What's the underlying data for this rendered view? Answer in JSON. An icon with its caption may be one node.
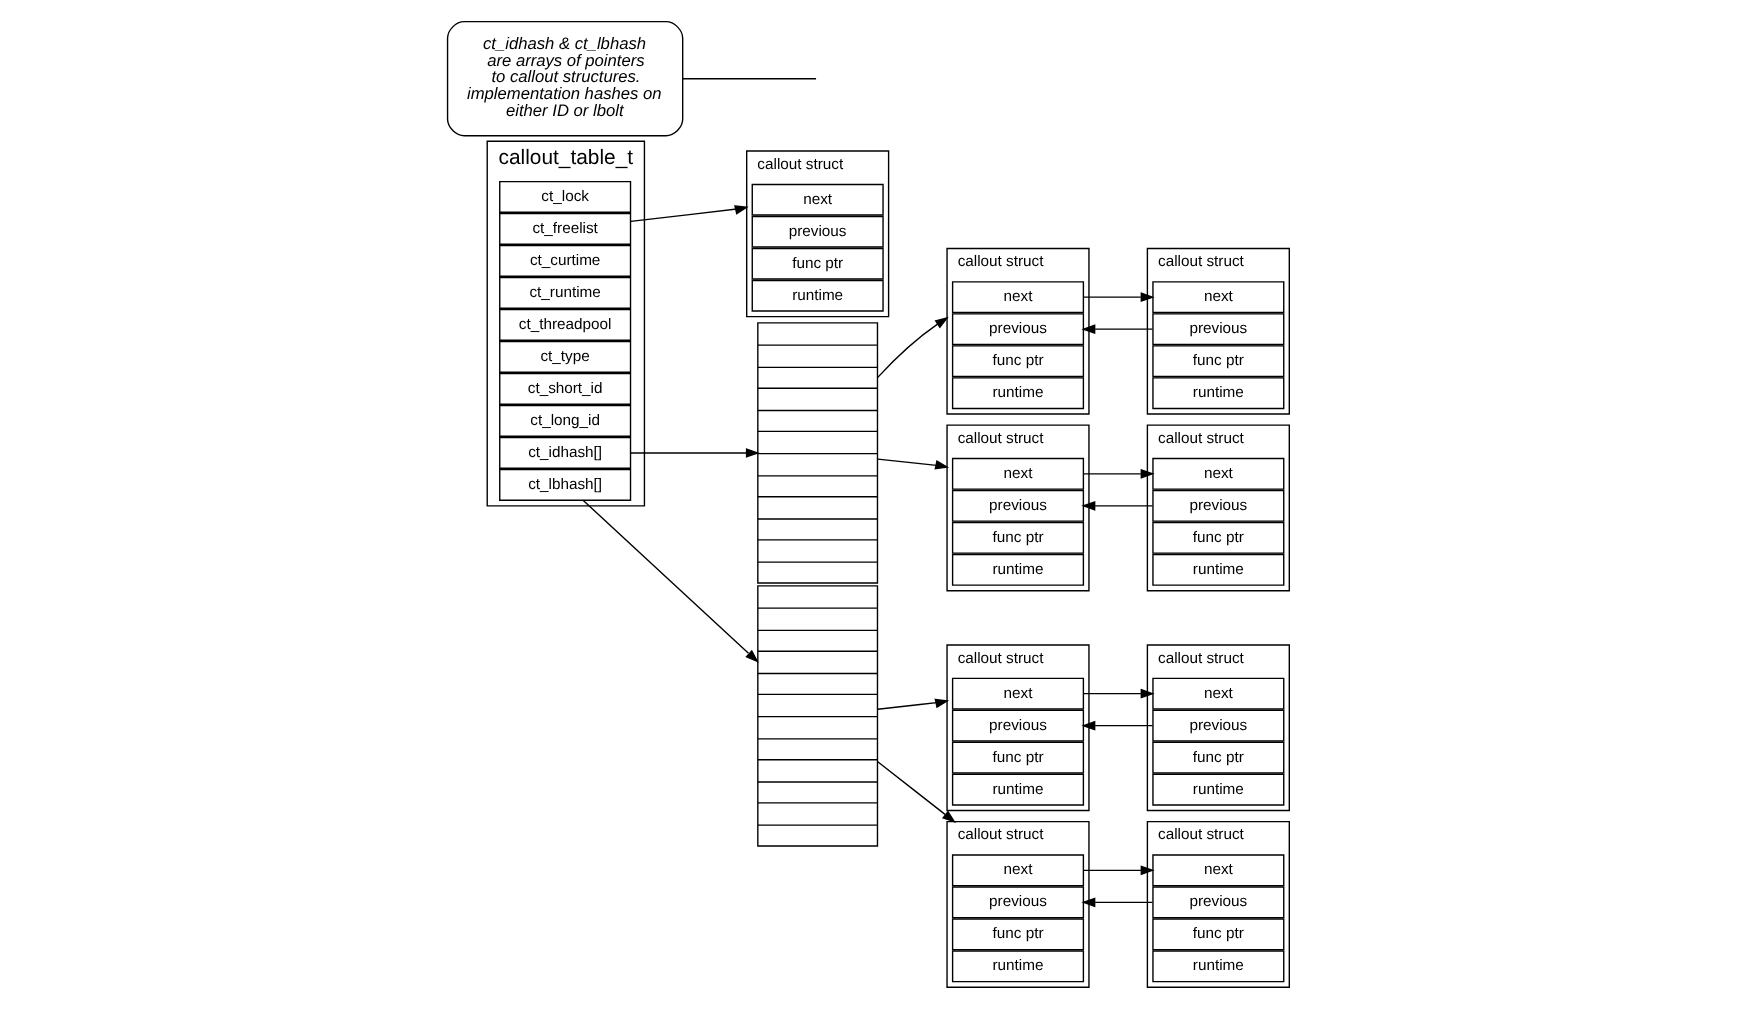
{
  "diagram": {
    "nodes": [
      {
        "text": [
          "callout_table_t"
        ]
      },
      {
        "text": [
          "ct_lock"
        ],
        "in": 0
      },
      {
        "text": [
          "ct_freelist"
        ],
        "in": 0
      },
      {
        "text": [
          "ct_curtime"
        ],
        "in": 0
      },
      {
        "text": [
          "ct_runtime"
        ],
        "in": 0
      },
      {
        "text": [
          "ct_threadpool"
        ],
        "in": 0
      },
      {
        "text": [
          "ct_type"
        ],
        "in": 0
      },
      {
        "text": [
          "ct_short_id"
        ],
        "in": 0
      },
      {
        "text": [
          "ct_long_id"
        ],
        "in": 0
      },
      {
        "text": [
          "ct_idhash[]"
        ],
        "in": 0
      },
      {
        "text": [
          "ct_lbhash[]"
        ],
        "in": 0
      },
      {
        "text": [
          "callout struct"
        ]
      },
      {
        "text": [
          "next"
        ],
        "in": 11
      },
      {
        "text": [
          "previous"
        ],
        "in": 11
      },
      {
        "text": [
          "func ptr"
        ],
        "in": 11
      },
      {
        "text": [
          "runtime"
        ],
        "in": 11
      },
      {
        "text": [],
        "shape": "box"
      },
      {
        "text": [
          "callout struct"
        ]
      },
      {
        "text": [
          "next"
        ],
        "in": 17
      },
      {
        "text": [
          "previous"
        ],
        "in": 17
      },
      {
        "text": [
          "func ptr"
        ],
        "in": 17
      },
      {
        "text": [
          "runtime"
        ],
        "in": 17
      },
      {
        "text": [
          "callout struct"
        ]
      },
      {
        "text": [
          "next"
        ],
        "in": 22
      },
      {
        "text": [
          "previous"
        ],
        "in": 22
      },
      {
        "text": [
          "func ptr"
        ],
        "in": 22
      },
      {
        "text": [
          "runtime"
        ],
        "in": 22
      },
      {
        "text": [
          "callout struct"
        ]
      },
      {
        "text": [
          "next"
        ],
        "in": 27
      },
      {
        "text": [
          "previous"
        ],
        "in": 27
      },
      {
        "text": [
          "func ptr"
        ],
        "in": 27
      },
      {
        "text": [
          "runtime"
        ],
        "in": 27
      },
      {
        "text": [
          "callout struct"
        ]
      },
      {
        "text": [
          "next"
        ],
        "in": 32
      },
      {
        "text": [
          "previous"
        ],
        "in": 32
      },
      {
        "text": [
          "func ptr"
        ],
        "in": 32
      },
      {
        "text": [
          "runtime"
        ],
        "in": 32
      },
      {
        "text": [],
        "shape": "box"
      },
      {
        "text": [
          "callout struct"
        ]
      },
      {
        "text": [
          "next"
        ],
        "in": 38
      },
      {
        "text": [
          "previous"
        ],
        "in": 38
      },
      {
        "text": [
          "func ptr"
        ],
        "in": 38
      },
      {
        "text": [
          "runtime"
        ],
        "in": 38
      },
      {
        "text": [
          "callout struct"
        ]
      },
      {
        "text": [
          "next"
        ],
        "in": 43
      },
      {
        "text": [
          "previous"
        ],
        "in": 43
      },
      {
        "text": [
          "func ptr"
        ],
        "in": 43
      },
      {
        "text": [
          "runtime"
        ],
        "in": 43
      },
      {
        "text": [
          "callout struct"
        ]
      },
      {
        "text": [
          "next"
        ],
        "in": 48
      },
      {
        "text": [
          "previous"
        ],
        "in": 48
      },
      {
        "text": [
          "func ptr"
        ],
        "in": 48
      },
      {
        "text": [
          "runtime"
        ],
        "in": 48
      },
      {
        "text": [
          "callout struct"
        ]
      },
      {
        "text": [
          "next"
        ],
        "in": 53
      },
      {
        "text": [
          "previous"
        ],
        "in": 53
      },
      {
        "text": [
          "func ptr"
        ],
        "in": 53
      },
      {
        "text": [
          "runtime"
        ],
        "in": 53
      },
      {
        "text": [
          "ct_idhash & ct_lbhash are arrays of pointers to callout structures. implementation hashes on either ID or lbolt"
        ]
      }
    ],
    "edges": [
      {
        "from": 2,
        "to": 11,
        "arrow": "to"
      },
      {
        "from": 9,
        "to": 16,
        "arrow": "to"
      },
      {
        "from": 16,
        "to": 17,
        "arrow": "to"
      },
      {
        "from": 16,
        "to": 27,
        "arrow": "to"
      },
      {
        "from": 18,
        "to": 23,
        "arrow": "to"
      },
      {
        "from": 24,
        "to": 19,
        "arrow": "to"
      },
      {
        "from": 28,
        "to": 33,
        "arrow": "to"
      },
      {
        "from": 34,
        "to": 29,
        "arrow": "to"
      },
      {
        "from": 10,
        "to": 37,
        "arrow": "to"
      },
      {
        "from": 37,
        "to": 38,
        "arrow": "to"
      },
      {
        "from": 37,
        "to": 48,
        "arrow": "to"
      },
      {
        "from": 39,
        "to": 44,
        "arrow": "to"
      },
      {
        "from": 45,
        "to": 40,
        "arrow": "to"
      },
      {
        "from": 49,
        "to": 54,
        "arrow": "to"
      },
      {
        "from": 55,
        "to": 50,
        "arrow": "to"
      },
      {
        "from": 58,
        "to": null,
        "arrow": "none"
      }
    ]
  }
}
